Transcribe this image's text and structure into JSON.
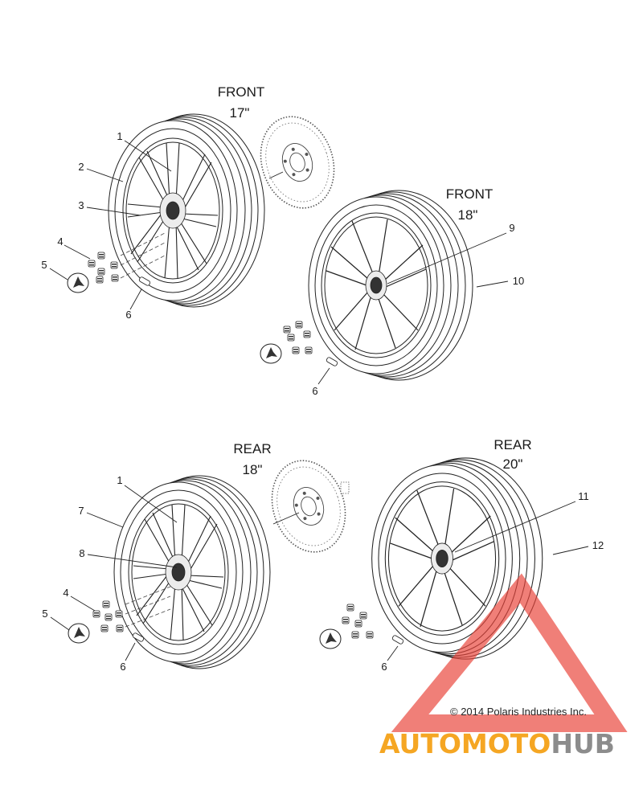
{
  "headings": {
    "front17": {
      "line1": "FRONT",
      "line2": "17\""
    },
    "front18": {
      "line1": "FRONT",
      "line2": "18\""
    },
    "rear18": {
      "line1": "REAR",
      "line2": "18\""
    },
    "rear20": {
      "line1": "REAR",
      "line2": "20\""
    }
  },
  "callouts": {
    "a1": "1",
    "a2": "2",
    "a3": "3",
    "a4": "4",
    "a5": "5",
    "a6": "6",
    "b9": "9",
    "b10": "10",
    "b6": "6",
    "c1": "1",
    "c7": "7",
    "c8": "8",
    "c4": "4",
    "c5": "5",
    "c6": "6",
    "d11": "11",
    "d12": "12",
    "d6": "6"
  },
  "copyright": "© 2014 Polaris Industries Inc.",
  "watermark": {
    "part1": "AUTOMOTO",
    "part2": "HUB"
  },
  "colors": {
    "line": "#222222",
    "watermark_orange": "#f5a623",
    "watermark_red": "#e8433a",
    "watermark_gray": "#8c8c8c"
  }
}
